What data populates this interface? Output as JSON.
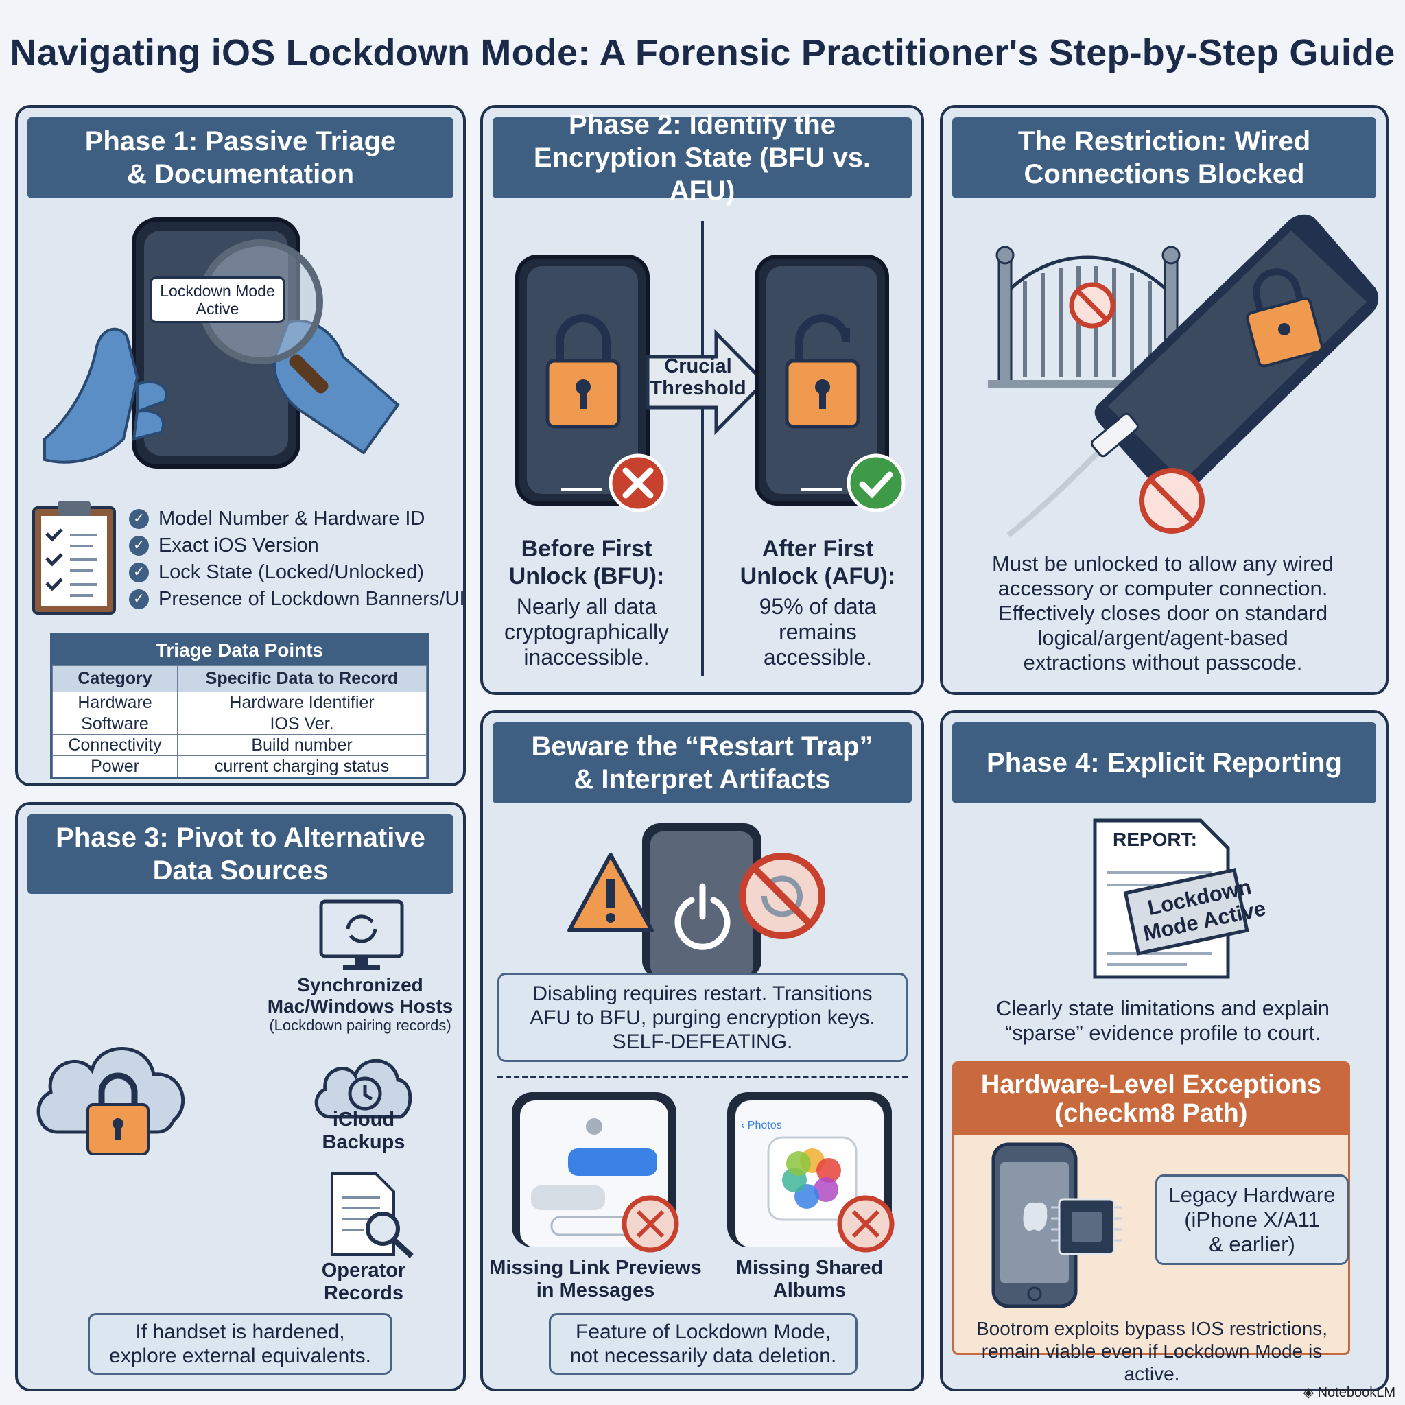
{
  "title": "Navigating iOS Lockdown Mode: A Forensic Practitioner's Step-by-Step Guide",
  "phase1": {
    "heading": "Phase 1: Passive Triage\n& Documentation",
    "bubble": "Lockdown Mode\nActive",
    "checklist": [
      "Model Number & Hardware ID",
      "Exact iOS Version",
      "Lock State (Locked/Unlocked)",
      "Presence of Lockdown Banners/UI"
    ],
    "table": {
      "caption": "Triage Data Points",
      "headers": [
        "Category",
        "Specific Data to Record"
      ],
      "rows": [
        [
          "Hardware",
          "Hardware Identifier"
        ],
        [
          "Software",
          "IOS Ver."
        ],
        [
          "Connectivity",
          "Build number"
        ],
        [
          "Power",
          "current charging status"
        ]
      ]
    }
  },
  "phase2": {
    "heading": "Phase 2: Identify the\nEncryption State (BFU vs. AFU)",
    "arrow_label": "Crucial\nThreshold",
    "bfu_title": "Before First\nUnlock (BFU):",
    "bfu_text": "Nearly all data\ncryptographically\ninaccessible.",
    "afu_title": "After First\nUnlock (AFU):",
    "afu_text": "95% of data\nremains\naccessible."
  },
  "restriction": {
    "heading": "The Restriction: Wired\nConnections Blocked",
    "text": "Must be unlocked to allow any wired\naccessory or computer connection.\nEffectively closes door on standard\nlogical/argent/agent-based\nextractions without passcode."
  },
  "phase3": {
    "heading": "Phase 3: Pivot to Alternative\nData Sources",
    "hosts_title": "Synchronized\nMac/Windows Hosts",
    "hosts_sub": "(Lockdown pairing records)",
    "icloud": "iCloud\nBackups",
    "operator": "Operator\nRecords",
    "note": "If handset is hardened,\nexplore external equivalents."
  },
  "restart": {
    "heading": "Beware the “Restart Trap”\n& Interpret Artifacts",
    "callout": "Disabling requires restart. Transitions\nAFU to BFU, purging encryption keys.\nSELF-DEFEATING.",
    "photos_back": "Photos",
    "missing_links": "Missing Link Previews\nin Messages",
    "missing_albums": "Missing Shared\nAlbums",
    "note": "Feature of Lockdown Mode,\nnot necessarily data deletion."
  },
  "phase4": {
    "heading": "Phase 4: Explicit Reporting",
    "report_label": "REPORT:",
    "stamp": "Lockdown\nMode Active",
    "text": "Clearly state limitations and explain\n“sparse” evidence profile to court.",
    "hw_heading": "Hardware-Level Exceptions\n(checkm8 Path)",
    "legacy": "Legacy Hardware\n(iPhone X/A11\n& earlier)",
    "bootrom": "Bootrom exploits bypass IOS restrictions,\nremain viable even if Lockdown Mode is active."
  },
  "watermark": "NotebookLM",
  "colors": {
    "panel_header": "#3e5f82",
    "panel_bg": "#dfe7f1",
    "lock_orange": "#ef9a4e",
    "error_red": "#c8412f",
    "success_green": "#3f9a48",
    "exception_orange": "#c96a3e"
  },
  "icons": [
    "magnifier-icon",
    "clipboard-icon",
    "lock-icon",
    "unlock-icon",
    "x-badge-icon",
    "check-badge-icon",
    "gate-icon",
    "no-entry-icon",
    "usb-cable-icon",
    "monitor-sync-icon",
    "cloud-lock-icon",
    "cloud-history-icon",
    "document-search-icon",
    "warning-icon",
    "power-icon",
    "no-restart-icon",
    "report-icon",
    "chip-icon",
    "apple-logo-icon"
  ]
}
